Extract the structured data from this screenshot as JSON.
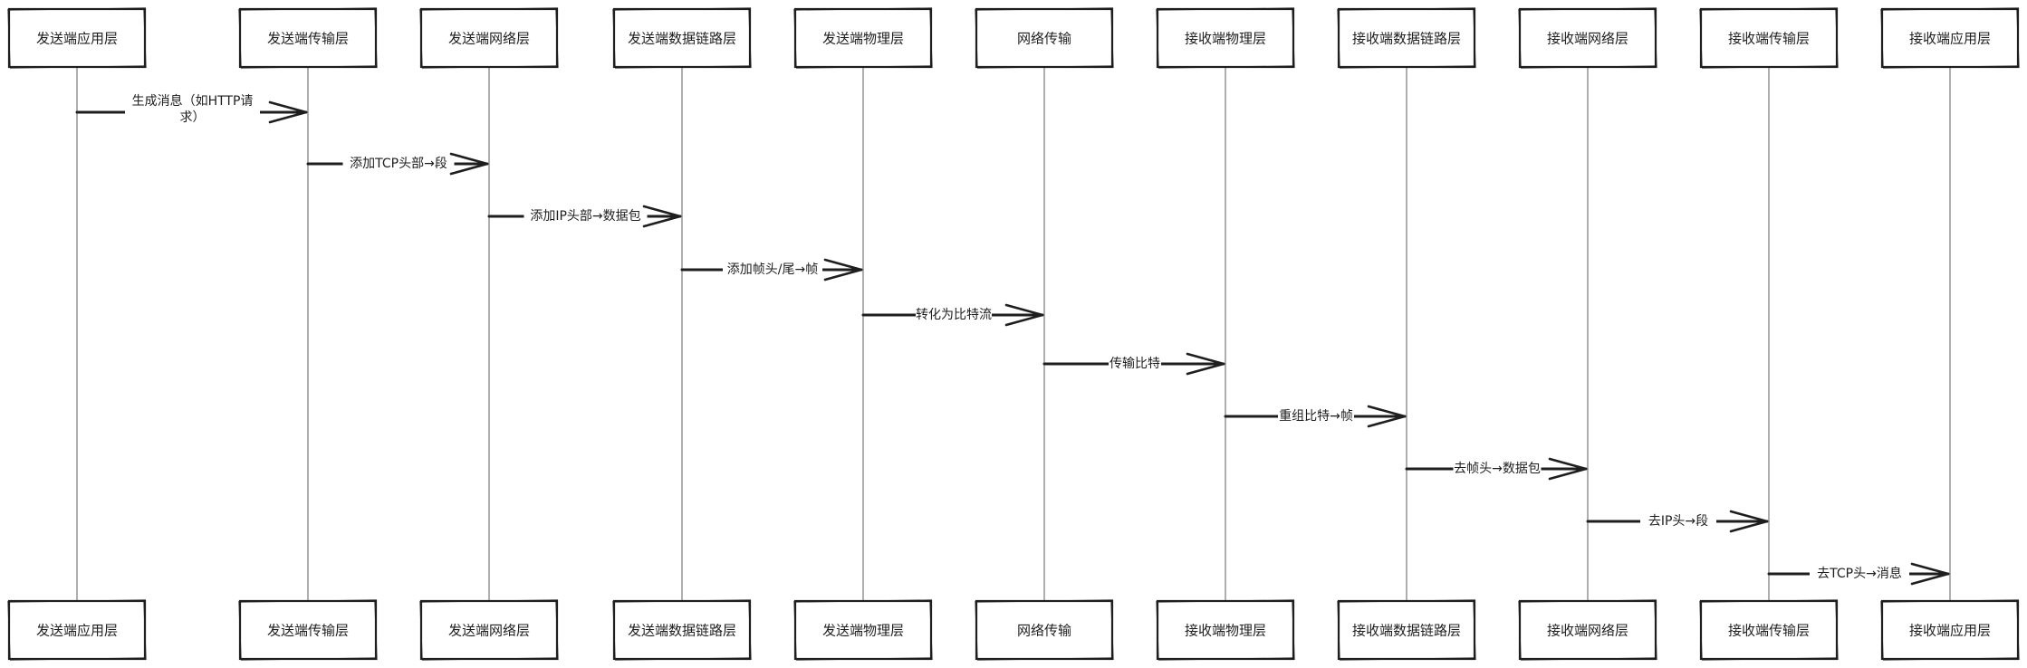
{
  "participants": [
    "发送端应用层",
    "发送端传输层",
    "发送端网络层",
    "发送端数据链路层",
    "发送端物理层",
    "网络传输",
    "接收端物理层",
    "接收端数据链路层",
    "接收端网络层",
    "接收端传输层",
    "接收端应用层"
  ],
  "messages": [
    {
      "from": 0,
      "to": 1,
      "label": [
        "生成消息（如HTTP请",
        "求）"
      ]
    },
    {
      "from": 1,
      "to": 2,
      "label": [
        "添加TCP头部→段"
      ]
    },
    {
      "from": 2,
      "to": 3,
      "label": [
        "添加IP头部→数据包"
      ]
    },
    {
      "from": 3,
      "to": 4,
      "label": [
        "添加帧头/尾→帧"
      ]
    },
    {
      "from": 4,
      "to": 5,
      "label": [
        "转化为比特流"
      ]
    },
    {
      "from": 5,
      "to": 6,
      "label": [
        "传输比特"
      ]
    },
    {
      "from": 6,
      "to": 7,
      "label": [
        "重组比特→帧"
      ]
    },
    {
      "from": 7,
      "to": 8,
      "label": [
        "去帧头→数据包"
      ]
    },
    {
      "from": 8,
      "to": 9,
      "label": [
        "去IP头→段"
      ]
    },
    {
      "from": 9,
      "to": 10,
      "label": [
        "去TCP头→消息"
      ]
    }
  ]
}
